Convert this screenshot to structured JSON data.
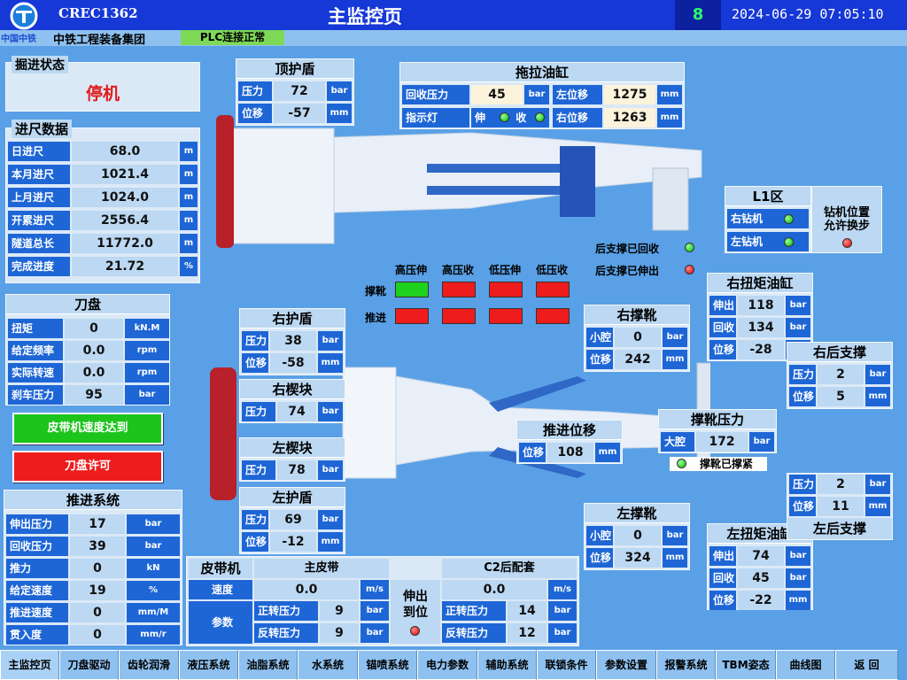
{
  "header": {
    "code": "CREC1362",
    "title": "主监控页",
    "number": "8",
    "datetime": "2024-06-29 07:05:10",
    "company": "中铁工程装备集团",
    "logo_text": "中国中铁",
    "plc_status": "PLC连接正常"
  },
  "excavation": {
    "title": "掘进状态",
    "status": "停机"
  },
  "progress": {
    "title": "进尺数据",
    "rows": [
      {
        "label": "日进尺",
        "value": "68.0",
        "unit": "m"
      },
      {
        "label": "本月进尺",
        "value": "1021.4",
        "unit": "m"
      },
      {
        "label": "上月进尺",
        "value": "1024.0",
        "unit": "m"
      },
      {
        "label": "开累进尺",
        "value": "2556.4",
        "unit": "m"
      },
      {
        "label": "隧道总长",
        "value": "11772.0",
        "unit": "m"
      },
      {
        "label": "完成进度",
        "value": "21.72",
        "unit": "%"
      }
    ]
  },
  "cutter": {
    "title": "刀盘",
    "rows": [
      {
        "label": "扭矩",
        "value": "0",
        "unit": "kN.M"
      },
      {
        "label": "给定频率",
        "value": "0.0",
        "unit": "rpm"
      },
      {
        "label": "实际转速",
        "value": "0.0",
        "unit": "rpm"
      },
      {
        "label": "刹车压力",
        "value": "95",
        "unit": "bar"
      }
    ]
  },
  "buttons": {
    "belt": "皮带机速度达到",
    "cutter": "刀盘许可"
  },
  "thrust": {
    "title": "推进系统",
    "rows": [
      {
        "label": "伸出压力",
        "value": "17",
        "unit": "bar"
      },
      {
        "label": "回收压力",
        "value": "39",
        "unit": "bar"
      },
      {
        "label": "推力",
        "value": "0",
        "unit": "kN"
      },
      {
        "label": "给定速度",
        "value": "19",
        "unit": "%"
      },
      {
        "label": "推进速度",
        "value": "0",
        "unit": "mm/M"
      },
      {
        "label": "贯入度",
        "value": "0",
        "unit": "mm/r"
      }
    ]
  },
  "top_shield": {
    "title": "顶护盾",
    "rows": [
      {
        "label": "压力",
        "value": "72",
        "unit": "bar"
      },
      {
        "label": "位移",
        "value": "-57",
        "unit": "mm"
      }
    ]
  },
  "tow": {
    "title": "拖拉油缸",
    "recover_label": "回收压力",
    "recover_value": "45",
    "recover_unit": "bar",
    "left_label": "左位移",
    "left_value": "1275",
    "left_unit": "mm",
    "ind_label": "指示灯",
    "ext_label": "伸",
    "ret_label": "收",
    "right_label": "右位移",
    "right_value": "1263",
    "right_unit": "mm"
  },
  "l1": {
    "title": "L1区",
    "right_drill": "右钻机",
    "left_drill": "左钻机",
    "pos_text1": "钻机位置",
    "pos_text2": "允许换步"
  },
  "rear": {
    "retracted": "后支撑已回收",
    "extended": "后支撑已伸出"
  },
  "valves": {
    "cols": [
      "高压伸",
      "高压收",
      "低压伸",
      "低压收"
    ],
    "rows": [
      {
        "label": "撑靴",
        "states": [
          "green",
          "red",
          "red",
          "red"
        ]
      },
      {
        "label": "推进",
        "states": [
          "red",
          "red",
          "red",
          "red"
        ]
      }
    ]
  },
  "right_shield": {
    "title": "右护盾",
    "rows": [
      {
        "label": "压力",
        "value": "38",
        "unit": "bar"
      },
      {
        "label": "位移",
        "value": "-58",
        "unit": "mm"
      }
    ]
  },
  "right_wedge": {
    "title": "右楔块",
    "label": "压力",
    "value": "74",
    "unit": "bar"
  },
  "left_wedge": {
    "title": "左楔块",
    "label": "压力",
    "value": "78",
    "unit": "bar"
  },
  "left_shield": {
    "title": "左护盾",
    "rows": [
      {
        "label": "压力",
        "value": "69",
        "unit": "bar"
      },
      {
        "label": "位移",
        "value": "-12",
        "unit": "mm"
      }
    ]
  },
  "right_gripper": {
    "title": "右撑靴",
    "rows": [
      {
        "label": "小腔",
        "value": "0",
        "unit": "bar"
      },
      {
        "label": "位移",
        "value": "242",
        "unit": "mm"
      }
    ]
  },
  "left_gripper": {
    "title": "左撑靴",
    "rows": [
      {
        "label": "小腔",
        "value": "0",
        "unit": "bar"
      },
      {
        "label": "位移",
        "value": "324",
        "unit": "mm"
      }
    ]
  },
  "right_torque": {
    "title": "右扭矩油缸",
    "rows": [
      {
        "label": "伸出",
        "value": "118",
        "unit": "bar"
      },
      {
        "label": "回收",
        "value": "134",
        "unit": "bar"
      },
      {
        "label": "位移",
        "value": "-28",
        "unit": "mm"
      }
    ]
  },
  "left_torque": {
    "title": "左扭矩油缸",
    "rows": [
      {
        "label": "伸出",
        "value": "74",
        "unit": "bar"
      },
      {
        "label": "回收",
        "value": "45",
        "unit": "bar"
      },
      {
        "label": "位移",
        "value": "-22",
        "unit": "mm"
      }
    ]
  },
  "right_rear": {
    "title": "右后支撑",
    "rows": [
      {
        "label": "压力",
        "value": "2",
        "unit": "bar"
      },
      {
        "label": "位移",
        "value": "5",
        "unit": "mm"
      }
    ]
  },
  "left_rear": {
    "title": "左后支撑",
    "rows": [
      {
        "label": "压力",
        "value": "2",
        "unit": "bar"
      },
      {
        "label": "位移",
        "value": "11",
        "unit": "mm"
      }
    ]
  },
  "gripper_pressure": {
    "title": "撑靴压力",
    "label": "大腔",
    "value": "172",
    "unit": "bar",
    "status": "撑靴已撑紧"
  },
  "thrust_disp": {
    "title": "推进位移",
    "label": "位移",
    "value": "108",
    "unit": "mm"
  },
  "belt": {
    "title": "皮带机",
    "main": "主皮带",
    "c2": "C2后配套",
    "speed_label": "速度",
    "main_speed": "0.0",
    "c2_speed": "0.0",
    "speed_unit": "m/s",
    "param_label": "参数",
    "fwd": "正转压力",
    "rev": "反转压力",
    "main_fwd": "9",
    "main_rev": "9",
    "c2_fwd": "14",
    "c2_rev": "12",
    "unit": "bar",
    "extend1": "伸出",
    "extend2": "到位"
  },
  "nav": [
    "主监控页",
    "刀盘驱动",
    "齿轮润滑",
    "液压系统",
    "油脂系统",
    "水系统",
    "锚喷系统",
    "电力参数",
    "辅助系统",
    "联锁条件",
    "参数设置",
    "报警系统",
    "TBM姿态",
    "曲线图",
    "返 回"
  ]
}
